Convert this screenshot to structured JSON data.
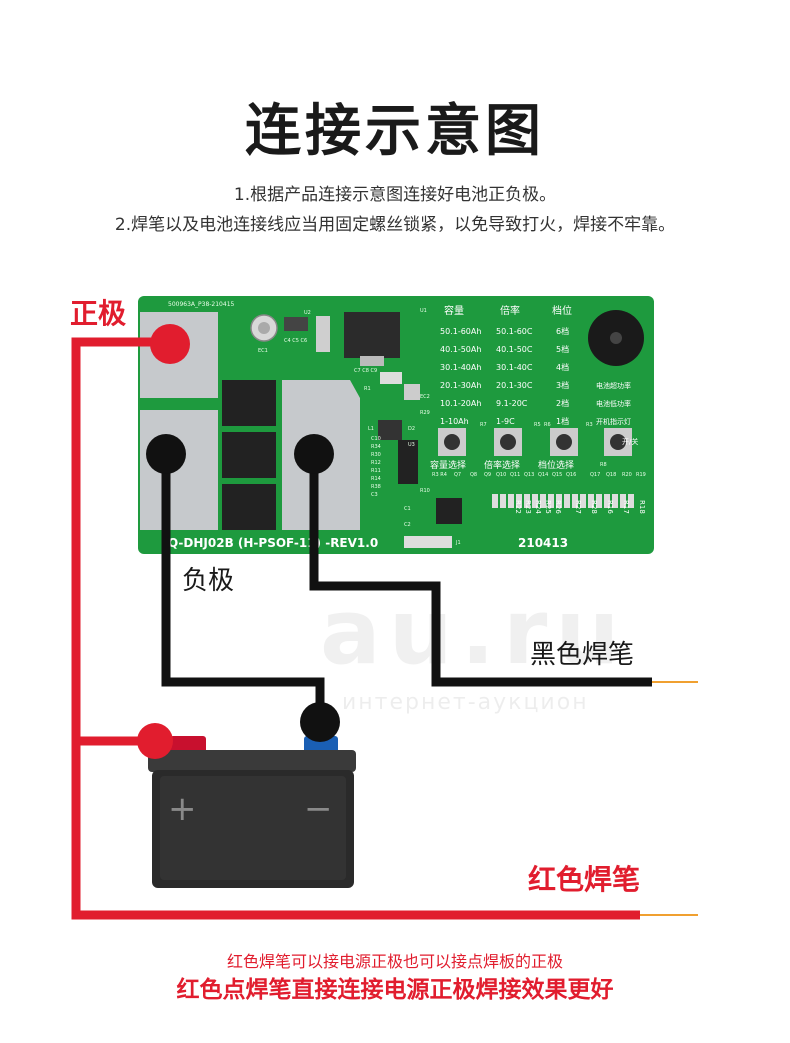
{
  "title": "连接示意图",
  "notes": [
    "1.根据产品连接示意图连接好电池正负极。",
    "2.焊笔以及电池连接线应当用固定螺丝锁紧，以免导致打火，焊接不牢靠。"
  ],
  "labels": {
    "positive": "正极",
    "negative": "负极",
    "black_pen": "黑色焊笔",
    "red_pen": "红色焊笔"
  },
  "board": {
    "top_code": "500963A_P38-210415",
    "model": "Q-DHJ02B (H-PSOF-11) -REV1.0",
    "date_code": "210413",
    "col_capacity": "容量",
    "col_rate": "倍率",
    "col_level": "档位",
    "capacity": [
      "50.1-60Ah",
      "40.1-50Ah",
      "30.1-40Ah",
      "20.1-30Ah",
      "10.1-20Ah",
      "1-10Ah"
    ],
    "rate": [
      "50.1-60C",
      "40.1-50C",
      "30.1-40C",
      "20.1-30C",
      "9.1-20C",
      "1-9C"
    ],
    "levels": [
      "6档",
      "5档",
      "4档",
      "3档",
      "2档",
      "1档"
    ],
    "indicators": [
      "电池超功率",
      "电池低功率",
      "开机指示灯",
      "开/关"
    ],
    "button_labels": [
      "容量选择",
      "倍率选择",
      "档位选择"
    ],
    "silk_small": [
      "U2",
      "EC1",
      "C4 C5 C6",
      "U1",
      "C7 C8 C9",
      "R1",
      "EC2",
      "R29",
      "L1",
      "D2",
      "U3",
      "C10",
      "R34",
      "R30",
      "R12",
      "R11",
      "R14",
      "R38",
      "C3",
      "R10",
      "C1",
      "C2",
      "J1",
      "R7",
      "R5",
      "R6",
      "R3",
      "R8",
      "R3 R4",
      "Q7",
      "Q8",
      "Q9",
      "Q10",
      "Q11",
      "Q13",
      "Q14",
      "Q15",
      "Q16",
      "Q17",
      "Q18",
      "R20",
      "R19",
      "R18",
      "R17",
      "R16",
      "R28",
      "R27",
      "R26",
      "R25",
      "R24",
      "R23",
      "R22"
    ]
  },
  "battery": {
    "plus": "+",
    "minus": "−"
  },
  "bottom_notes": [
    "红色焊笔可以接电源正极也可以接点焊板的正极",
    "红色点焊笔直接连接电源正极焊接效果更好"
  ],
  "watermark": {
    "main": "au.ru",
    "sub": "интернет-аукцион"
  },
  "colors": {
    "red": "#e11d2e",
    "black": "#111111",
    "pcb": "#1e9a3e",
    "pad": "#c6c9cc",
    "orange": "#f0a030"
  }
}
